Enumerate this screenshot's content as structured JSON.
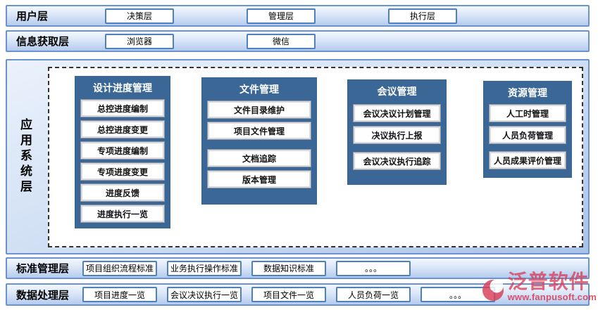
{
  "layers": {
    "user": {
      "label": "用户层",
      "buttons": [
        "决策层",
        "管理层",
        "执行层"
      ]
    },
    "info": {
      "label": "信息获取层",
      "buttons": [
        "浏览器",
        "微信"
      ]
    },
    "app": {
      "label": "应用系统层",
      "columns": [
        {
          "title": "设计进度管理",
          "items": [
            "总控进度编制",
            "总控进度变更",
            "专项进度编制",
            "专项进度变更",
            "进度反馈",
            "进度执行一览"
          ]
        },
        {
          "title": "文件管理",
          "items": [
            "文件目录维护",
            "项目文件管理",
            "文档追踪",
            "版本管理"
          ]
        },
        {
          "title": "会议管理",
          "items": [
            "会议决议计划管理",
            "决议执行上报",
            "会议决议执行追踪"
          ]
        },
        {
          "title": "资源管理",
          "items": [
            "人工时管理",
            "人员负荷管理",
            "人员成果评价管理"
          ]
        }
      ]
    },
    "standard": {
      "label": "标准管理层",
      "buttons": [
        "项目组织流程标准",
        "业务执行操作标准",
        "数据知识标准",
        "。。。"
      ]
    },
    "data": {
      "label": "数据处理层",
      "buttons": [
        "项目进度一览",
        "会议决议执行一览",
        "项目文件一览",
        "人员负荷一览",
        "。。。"
      ]
    }
  },
  "watermark": {
    "name": "泛普软件",
    "url": "www.fanpusoft.com"
  },
  "colors": {
    "column_blue": "#3a6795",
    "row_border_blue": "#6b93cf",
    "button_border_blue": "#4f81bd",
    "row_gradient_top": "#f3f8fe",
    "row_gradient_bottom": "#b4cbee",
    "watermark_pink": "#d93e58"
  }
}
